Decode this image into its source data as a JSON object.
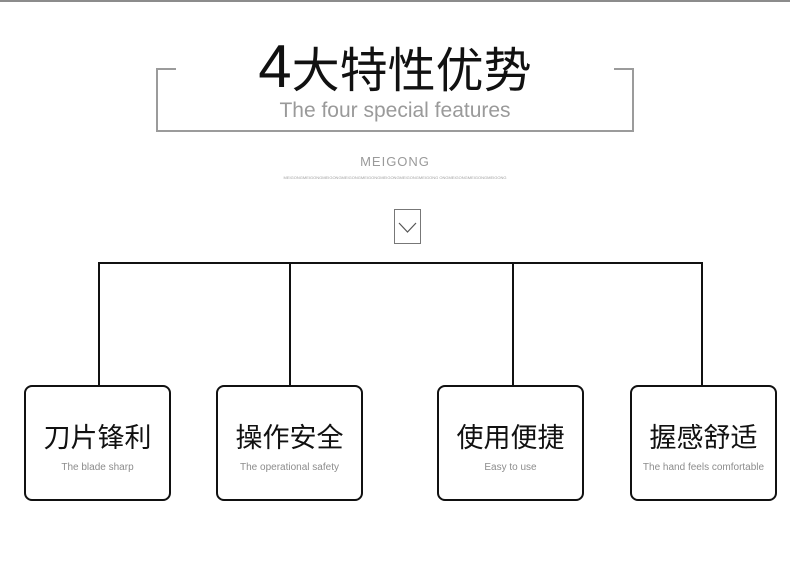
{
  "header": {
    "title_number": "4",
    "title_text": "大特性优势",
    "subtitle": "The four special features"
  },
  "brand": {
    "name": "MEIGONG",
    "small_text": "MEIGONGMEIGONGMEIGONGMEIGONGMEIGONGMEIGONGMEIGONGMEIGONG ONGMEIGONGMEIGONGMEIGONG"
  },
  "arrow": {
    "icon": "chevron-down-icon"
  },
  "features": [
    {
      "title": "刀片锋利",
      "subtitle": "The blade sharp"
    },
    {
      "title": "操作安全",
      "subtitle": "The operational safety"
    },
    {
      "title": "使用便捷",
      "subtitle": "Easy to use"
    },
    {
      "title": "握感舒适",
      "subtitle": "The hand feels comfortable"
    }
  ],
  "colors": {
    "line": "#111111",
    "frame": "#9b9b9b",
    "muted_text": "#9a9a9a"
  }
}
